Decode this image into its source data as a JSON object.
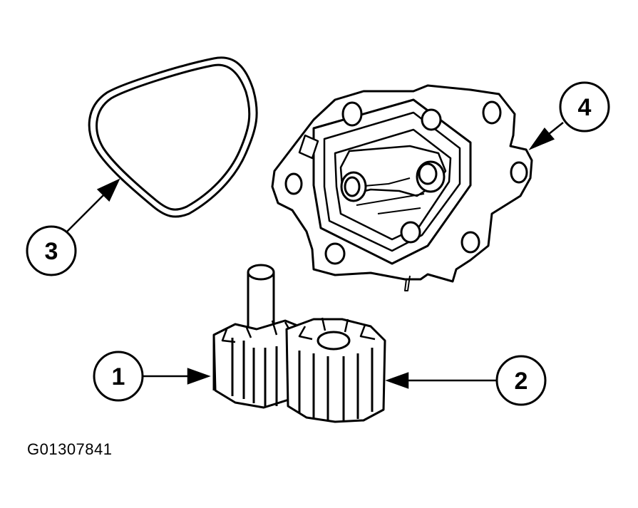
{
  "callouts": [
    {
      "id": "1",
      "label": "1"
    },
    {
      "id": "2",
      "label": "2"
    },
    {
      "id": "3",
      "label": "3"
    },
    {
      "id": "4",
      "label": "4"
    }
  ],
  "figure_id": "G01307841",
  "colors": {
    "line": "#000000",
    "background": "#ffffff"
  }
}
